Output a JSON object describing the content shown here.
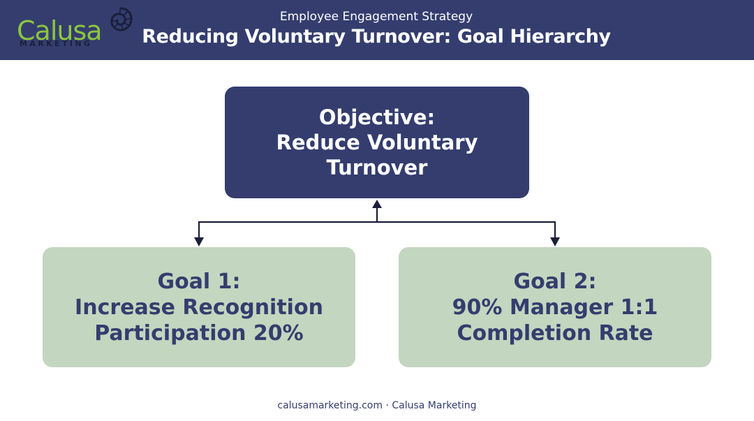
{
  "header": {
    "logo": {
      "wordmark": "Calusa",
      "subtext": "MARKETING"
    },
    "subtitle": "Employee Engagement Strategy",
    "title": "Reducing Voluntary Turnover: Goal Hierarchy"
  },
  "diagram": {
    "objective": {
      "line1": "Objective:",
      "line2": "Reduce Voluntary Turnover"
    },
    "goals": [
      {
        "line1": "Goal 1:",
        "line2": "Increase Recognition",
        "line3": "Participation 20%"
      },
      {
        "line1": "Goal 2:",
        "line2": "90% Manager 1:1",
        "line3": "Completion Rate"
      }
    ]
  },
  "footer": {
    "text": "calusamarketing.com · Calusa Marketing"
  },
  "colors": {
    "navy": "#343d6e",
    "green": "#c3d6bf",
    "logo_green": "#8cc63e",
    "white": "#ffffff"
  }
}
